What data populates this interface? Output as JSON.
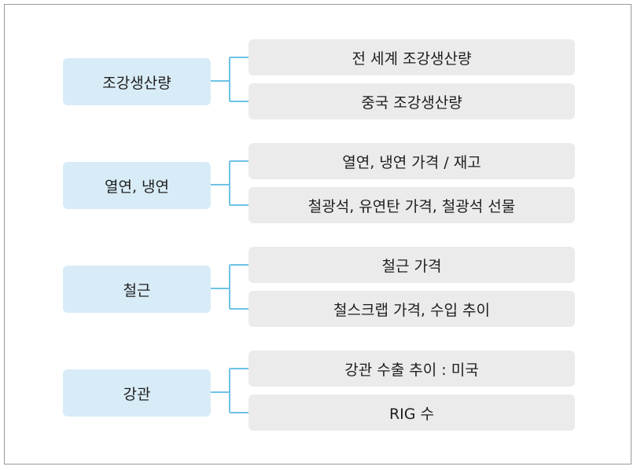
{
  "groups": [
    {
      "category": "조강생산량",
      "items": [
        "전 세계 조강생산량",
        "중국 조강생산량"
      ]
    },
    {
      "category": "열연, 냉연",
      "items": [
        "열연, 냉연 가격 / 재고",
        "철광석, 유연탄 가격, 철광석 선물"
      ]
    },
    {
      "category": "철근",
      "items": [
        "철근 가격",
        "철스크랩 가격, 수입 추이"
      ]
    },
    {
      "category": "강관",
      "items": [
        "강관 수출 추이 : 미국",
        "RIG 수"
      ]
    }
  ],
  "colors": {
    "category_bg": "#d8ecf7",
    "item_bg": "#ebebeb",
    "connector": "#6fc2e6",
    "frame": "#9a9a9a"
  }
}
